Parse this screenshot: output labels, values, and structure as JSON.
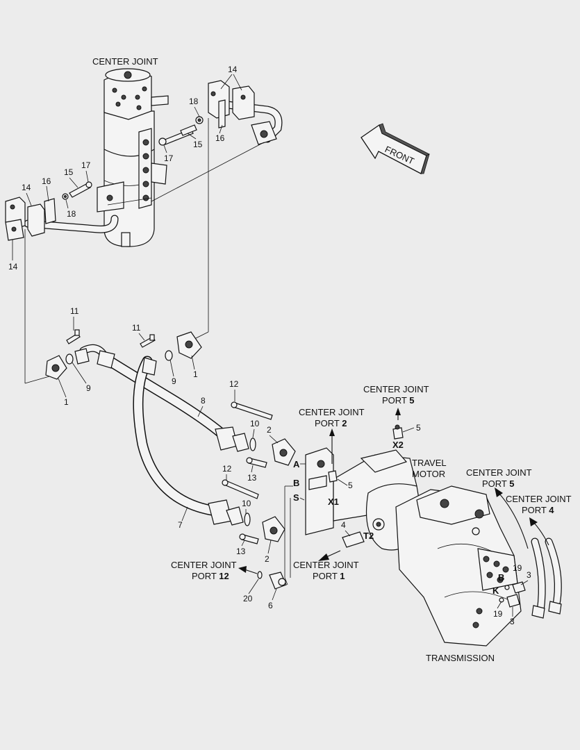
{
  "labels": {
    "center_joint_title": "CENTER JOINT",
    "front": "FRONT",
    "travel_motor_1": "TRAVEL",
    "travel_motor_2": "MOTOR",
    "transmission": "TRANSMISSION",
    "cj_port5_top_1": "CENTER JOINT",
    "cj_port5_top_2": "PORT",
    "cj_port5_top_num": "5",
    "cj_port2_1": "CENTER JOINT",
    "cj_port2_2": "PORT",
    "cj_port2_num": "2",
    "cj_port5_right_1": "CENTER JOINT",
    "cj_port5_right_2": "PORT",
    "cj_port5_right_num": "5",
    "cj_port4_1": "CENTER JOINT",
    "cj_port4_2": "PORT",
    "cj_port4_num": "4",
    "cj_port12_1": "CENTER JOINT",
    "cj_port12_2": "PORT",
    "cj_port12_num": "12",
    "cj_port1_1": "CENTER JOINT",
    "cj_port1_2": "PORT",
    "cj_port1_num": "1"
  },
  "port_letters": {
    "a": "A",
    "b": "B",
    "s": "S",
    "x1": "X1",
    "x2": "X2",
    "t2": "T2",
    "b2": "B",
    "k": "K"
  },
  "callouts": {
    "c14a": "14",
    "c18a": "18",
    "c15a": "15",
    "c16a": "16",
    "c17a": "17",
    "c17b": "17",
    "c15b": "15",
    "c14b": "14",
    "c16b": "16",
    "c18b": "18",
    "c14c": "14",
    "c11a": "11",
    "c11b": "11",
    "c9a": "9",
    "c1a": "1",
    "c9b": "9",
    "c1b": "1",
    "c8": "8",
    "c12a": "12",
    "c10a": "10",
    "c2a": "2",
    "c13a": "13",
    "c12b": "12",
    "c10b": "10",
    "c7": "7",
    "c13b": "13",
    "c2b": "2",
    "c20": "20",
    "c6": "6",
    "c4": "4",
    "c5a": "5",
    "c5b": "5",
    "c19a": "19",
    "c3a": "3",
    "c19b": "19",
    "c3b": "3"
  }
}
